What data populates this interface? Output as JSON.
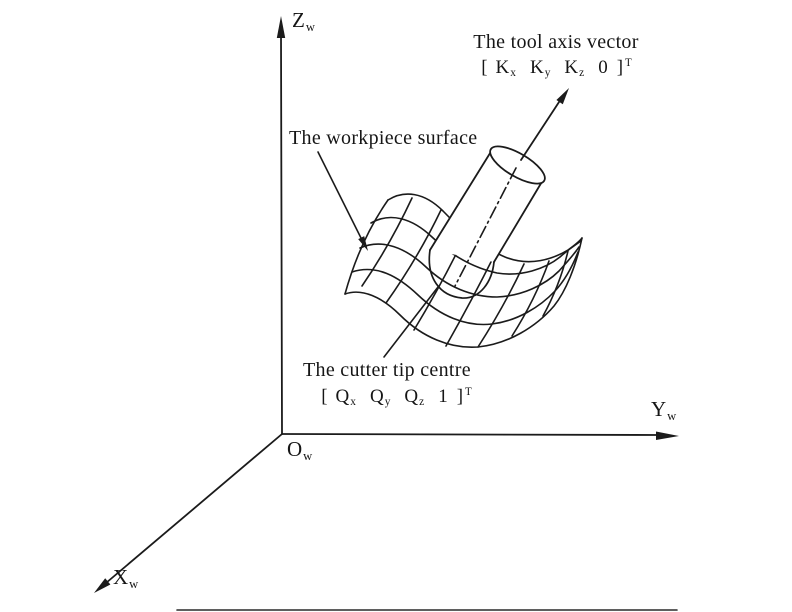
{
  "figure": {
    "colors": {
      "ink": "#1b1b1b",
      "background": "#ffffff"
    },
    "axis_labels": {
      "z": {
        "main": "Z",
        "sub": "w"
      },
      "y": {
        "main": "Y",
        "sub": "w"
      },
      "x": {
        "main": "X",
        "sub": "w"
      },
      "origin": {
        "main": "O",
        "sub": "w"
      }
    },
    "tool_axis": {
      "title": "The tool axis vector",
      "vector": {
        "open": "[",
        "t1": {
          "main": "K",
          "sub": "x"
        },
        "t2": {
          "main": "K",
          "sub": "y"
        },
        "t3": {
          "main": "K",
          "sub": "z"
        },
        "t4": {
          "main": "0",
          "sub": ""
        },
        "close": "]",
        "sup": "T"
      }
    },
    "workpiece": {
      "title": "The workpiece surface"
    },
    "cutter_tip": {
      "title": "The cutter tip centre",
      "vector": {
        "open": "[",
        "t1": {
          "main": "Q",
          "sub": "x"
        },
        "t2": {
          "main": "Q",
          "sub": "y"
        },
        "t3": {
          "main": "Q",
          "sub": "z"
        },
        "t4": {
          "main": "1",
          "sub": ""
        },
        "close": "]",
        "sup": "T"
      }
    }
  }
}
